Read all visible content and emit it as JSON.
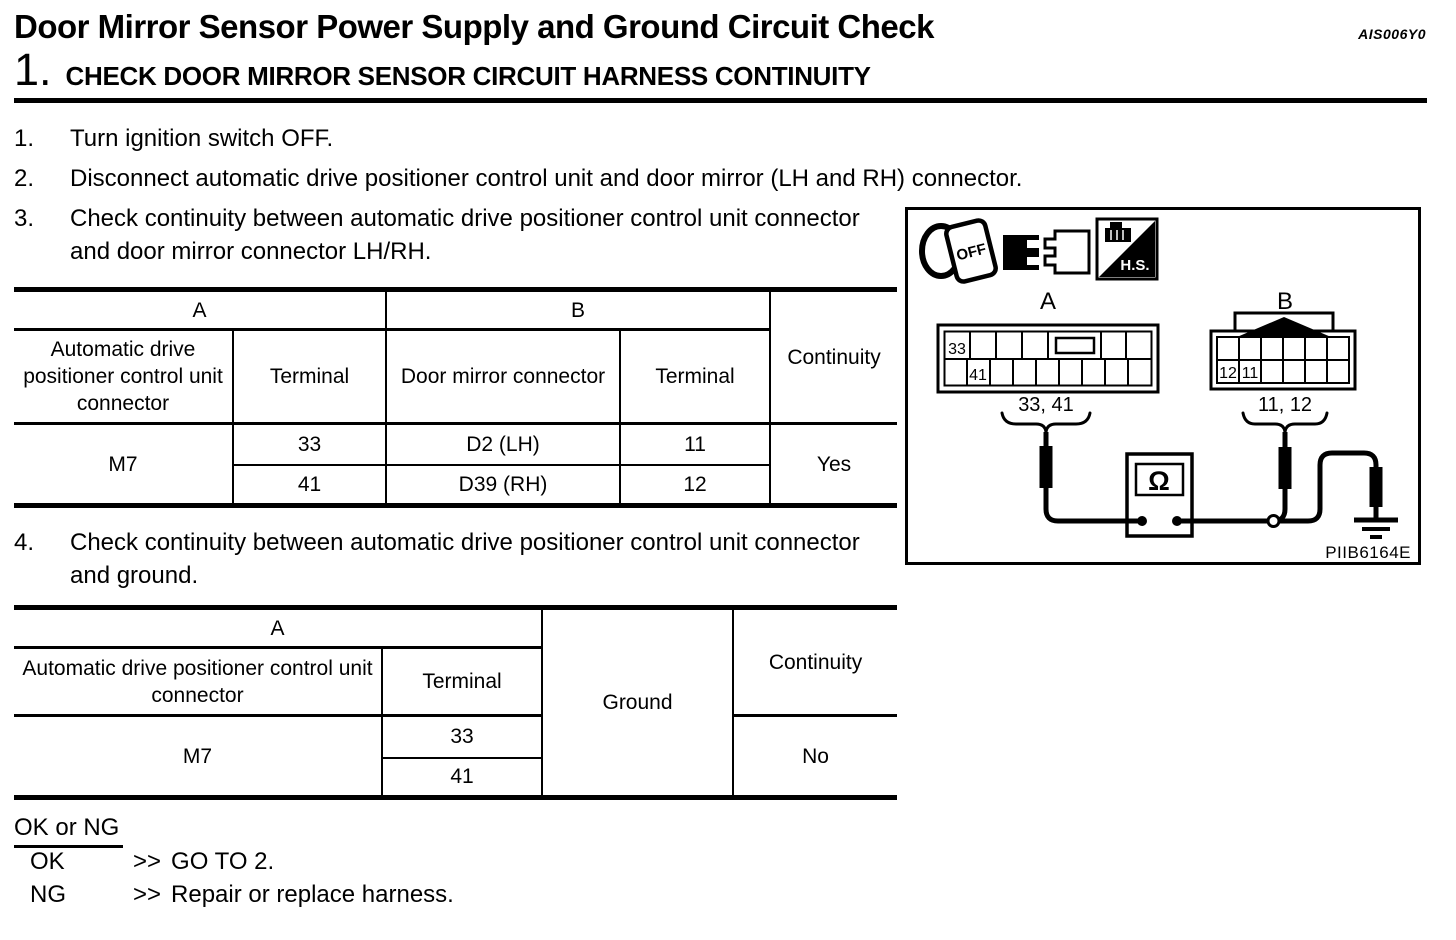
{
  "header": {
    "title": "Door Mirror Sensor Power Supply and Ground Circuit Check",
    "doc_code": "AIS006Y0",
    "step_number": "1.",
    "step_title": "CHECK DOOR MIRROR SENSOR CIRCUIT HARNESS CONTINUITY"
  },
  "steps": [
    {
      "num": "1.",
      "text": "Turn ignition switch OFF."
    },
    {
      "num": "2.",
      "text": "Disconnect automatic drive positioner control unit and door mirror (LH and RH) connector."
    },
    {
      "num": "3.",
      "text": "Check continuity between automatic drive positioner control unit connector and door mirror connector LH/RH."
    },
    {
      "num": "4.",
      "text": "Check continuity between automatic drive positioner control unit connector and ground."
    }
  ],
  "continuity_table": {
    "group_a_label": "A",
    "group_b_label": "B",
    "header_connector_a": "Automatic drive positioner control unit connector",
    "header_terminal_a": "Terminal",
    "header_connector_b": "Door mirror connector",
    "header_terminal_b": "Terminal",
    "header_continuity": "Continuity",
    "connector_a_value": "M7",
    "rows": [
      {
        "terminal_a": "33",
        "connector_b": "D2 (LH)",
        "terminal_b": "11"
      },
      {
        "terminal_a": "41",
        "connector_b": "D39 (RH)",
        "terminal_b": "12"
      }
    ],
    "continuity_value": "Yes"
  },
  "ground_table": {
    "group_a_label": "A",
    "header_connector_a": "Automatic drive positioner control unit connector",
    "header_terminal": "Terminal",
    "header_ground": "Ground",
    "header_continuity": "Continuity",
    "connector_a_value": "M7",
    "rows": [
      {
        "terminal": "33"
      },
      {
        "terminal": "41"
      }
    ],
    "continuity_value": "No"
  },
  "result": {
    "heading": "OK or NG",
    "outcomes": [
      {
        "label": "OK",
        "arrow": ">>",
        "action": "GO TO 2."
      },
      {
        "label": "NG",
        "arrow": ">>",
        "action": "Repair or replace harness."
      }
    ]
  },
  "figure": {
    "connector_a_label": "A",
    "connector_b_label": "B",
    "connector_a_pins": "33, 41",
    "connector_b_pins": "11, 12",
    "a_pin_top": "33",
    "a_pin_bottom": "41",
    "b_pin_left": "12",
    "b_pin_right": "11",
    "meter_symbol": "Ω",
    "key_label": "OFF",
    "hs_label": "H.S.",
    "figure_code": "PIIB6164E"
  }
}
